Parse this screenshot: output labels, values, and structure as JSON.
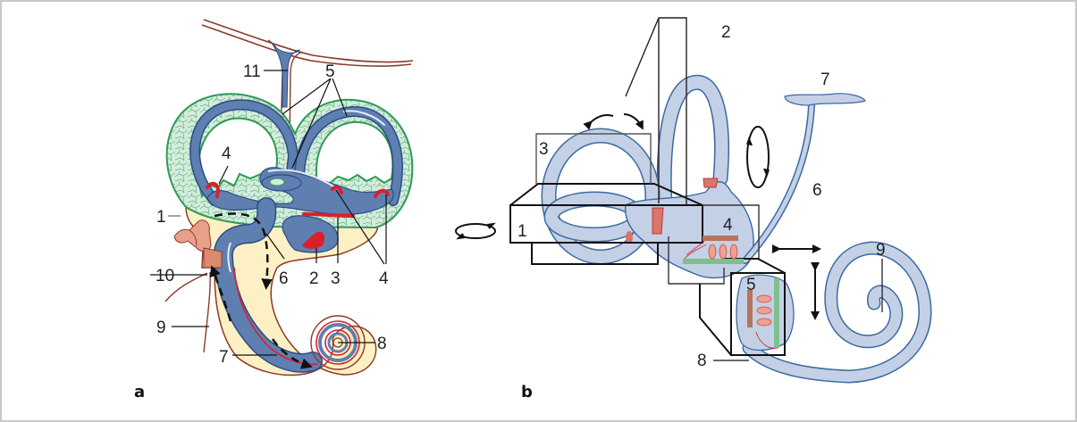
{
  "figure": {
    "panels": [
      {
        "id": "a",
        "label": "a",
        "callouts": [
          "1",
          "2",
          "3",
          "4",
          "4",
          "4",
          "5",
          "6",
          "7",
          "8",
          "9",
          "10",
          "11"
        ]
      },
      {
        "id": "b",
        "label": "b",
        "callouts": [
          "1",
          "2",
          "3",
          "4",
          "5",
          "6",
          "7",
          "8",
          "9"
        ]
      }
    ]
  },
  "a": {
    "label": "a",
    "c1": "1",
    "c2": "2",
    "c3": "3",
    "c4": "4",
    "c5": "5",
    "c6": "6",
    "c7": "7",
    "c8": "8",
    "c9": "9",
    "c10": "10",
    "c11": "11"
  },
  "b": {
    "label": "b",
    "c1": "1",
    "c2": "2",
    "c3": "3",
    "c4": "4",
    "c5": "5",
    "c6": "6",
    "c7": "7",
    "c8": "8",
    "c9": "9"
  },
  "colors": {
    "endolymph_blue": "#5f7fb0",
    "membrane_blue_light": "#c4d0e6",
    "bone_green": "#2f9a55",
    "bone_fill": "#d4ecdc",
    "perilymph_yellow": "#fdf0c4",
    "sensory_red": "#d9202a",
    "dura_brown": "#8b3a2a",
    "ossicle_pink": "#e8a08a"
  }
}
